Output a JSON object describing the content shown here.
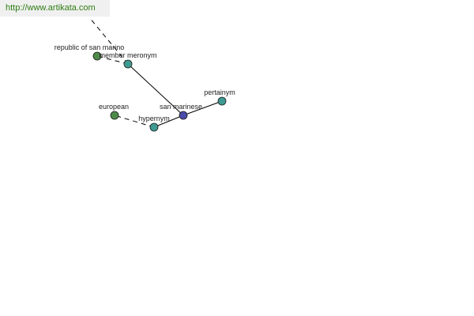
{
  "header": {
    "url_text": "http://www.artikata.com"
  },
  "colors": {
    "url_text": "#2e7d12",
    "center_node": "#4a4aa8",
    "relation_node": "#3f9a92",
    "leaf_node": "#4f8a4a",
    "edge": "#000000",
    "label_text": "#222222"
  },
  "graph": {
    "nodes": [
      {
        "id": "san-marinese",
        "label": "san marinese",
        "kind": "center"
      },
      {
        "id": "pertainym",
        "label": "pertainym",
        "kind": "relation"
      },
      {
        "id": "hypernym",
        "label": "hypernym",
        "kind": "relation"
      },
      {
        "id": "member-meronym",
        "label": "member meronym",
        "kind": "relation"
      },
      {
        "id": "european",
        "label": "european",
        "kind": "leaf"
      },
      {
        "id": "republic-of-san-marino",
        "label": "republic of san marino",
        "kind": "leaf"
      }
    ],
    "edges": [
      {
        "from": "san-marinese",
        "to": "pertainym",
        "style": "solid"
      },
      {
        "from": "san-marinese",
        "to": "hypernym",
        "style": "solid"
      },
      {
        "from": "san-marinese",
        "to": "member-meronym",
        "style": "solid"
      },
      {
        "from": "hypernym",
        "to": "european",
        "style": "dashed"
      },
      {
        "from": "member-meronym",
        "to": "republic-of-san-marino",
        "style": "dashed"
      },
      {
        "from": "member-meronym",
        "to": "offscreen-top",
        "style": "dashed"
      }
    ]
  }
}
